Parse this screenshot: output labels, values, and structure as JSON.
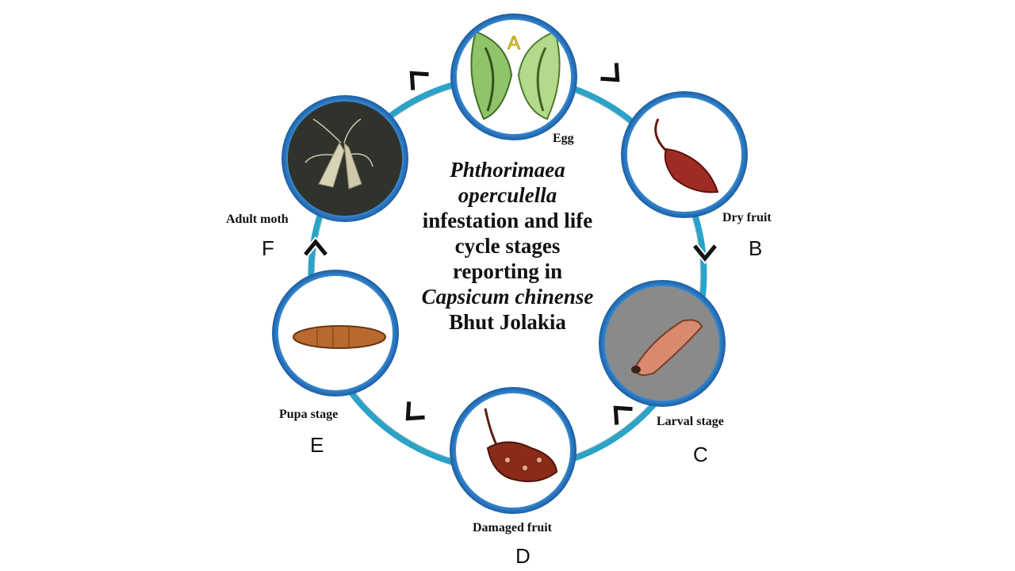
{
  "title": {
    "genus": "Phthorimaea",
    "species": "operculella",
    "line3": "infestation and life",
    "line4": "cycle stages",
    "line5": "reporting in",
    "host": "Capsicum chinense",
    "host_variety": "Bhut Jolakia"
  },
  "stages": [
    {
      "id": "A",
      "letter": "A",
      "caption": "Egg",
      "icon": "egg-on-leaf-photo"
    },
    {
      "id": "B",
      "letter": "B",
      "caption": "Dry fruit",
      "icon": "dry-chili-fruit-photo"
    },
    {
      "id": "C",
      "letter": "C",
      "caption": "Larval stage",
      "icon": "larva-photo"
    },
    {
      "id": "D",
      "letter": "D",
      "caption": "Damaged fruit",
      "icon": "damaged-fruit-photo"
    },
    {
      "id": "E",
      "letter": "E",
      "caption": "Pupa stage",
      "icon": "pupa-photo"
    },
    {
      "id": "F",
      "letter": "F",
      "caption": "Adult moth",
      "icon": "adult-moth-photo"
    }
  ],
  "colors": {
    "cycle_ring": "#2aa3c7",
    "node_border": "#3d8fd6",
    "letter_highlight": "#f5d400",
    "arrow": "#111111"
  }
}
